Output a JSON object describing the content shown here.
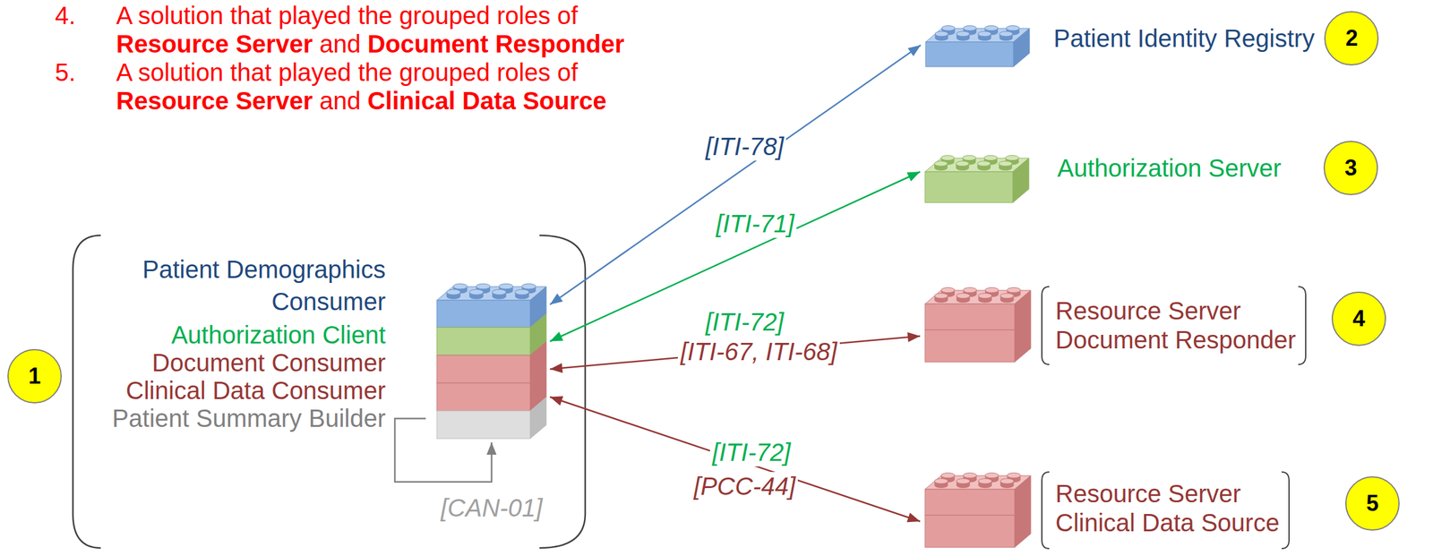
{
  "diagram": {
    "nodes": [
      {
        "text": [
          "Patient Demographics Consumer"
        ]
      },
      {
        "text": [
          "Authorization Client"
        ]
      },
      {
        "text": [
          "Document Consumer"
        ]
      },
      {
        "text": [
          "Clinical Data Consumer"
        ]
      },
      {
        "text": [
          "Patient Summary Builder"
        ]
      },
      {
        "text": [
          "Patient Identity Registry"
        ]
      },
      {
        "text": [
          "Authorization Server"
        ]
      },
      {
        "text": [
          "Resource Server",
          "Document Responder"
        ]
      },
      {
        "text": [
          "Resource Server",
          "Clinical Data Source"
        ]
      }
    ],
    "edges": [
      {
        "from": 0,
        "to": 5,
        "arrow": "both",
        "label": "[ITI-78]"
      },
      {
        "from": 1,
        "to": 6,
        "arrow": "both",
        "label": "[ITI-71]"
      },
      {
        "from": 2,
        "to": 7,
        "arrow": "both",
        "label": "[ITI-67, ITI-68]"
      },
      {
        "from": 3,
        "to": 8,
        "arrow": "both",
        "label": "[PCC-44]"
      },
      {
        "from": 4,
        "to": 4,
        "arrow": "to",
        "label": "[CAN-01]"
      }
    ],
    "labels": [
      "4.",
      "A solution that played the grouped roles of",
      "Resource Server",
      "and",
      "Document Responder",
      "5.",
      "A solution that played the grouped roles of",
      "Resource Server",
      "and",
      "Clinical Data Source",
      "[ITI-72]",
      "[ITI-72]",
      "1",
      "2",
      "3",
      "4",
      "5"
    ]
  }
}
